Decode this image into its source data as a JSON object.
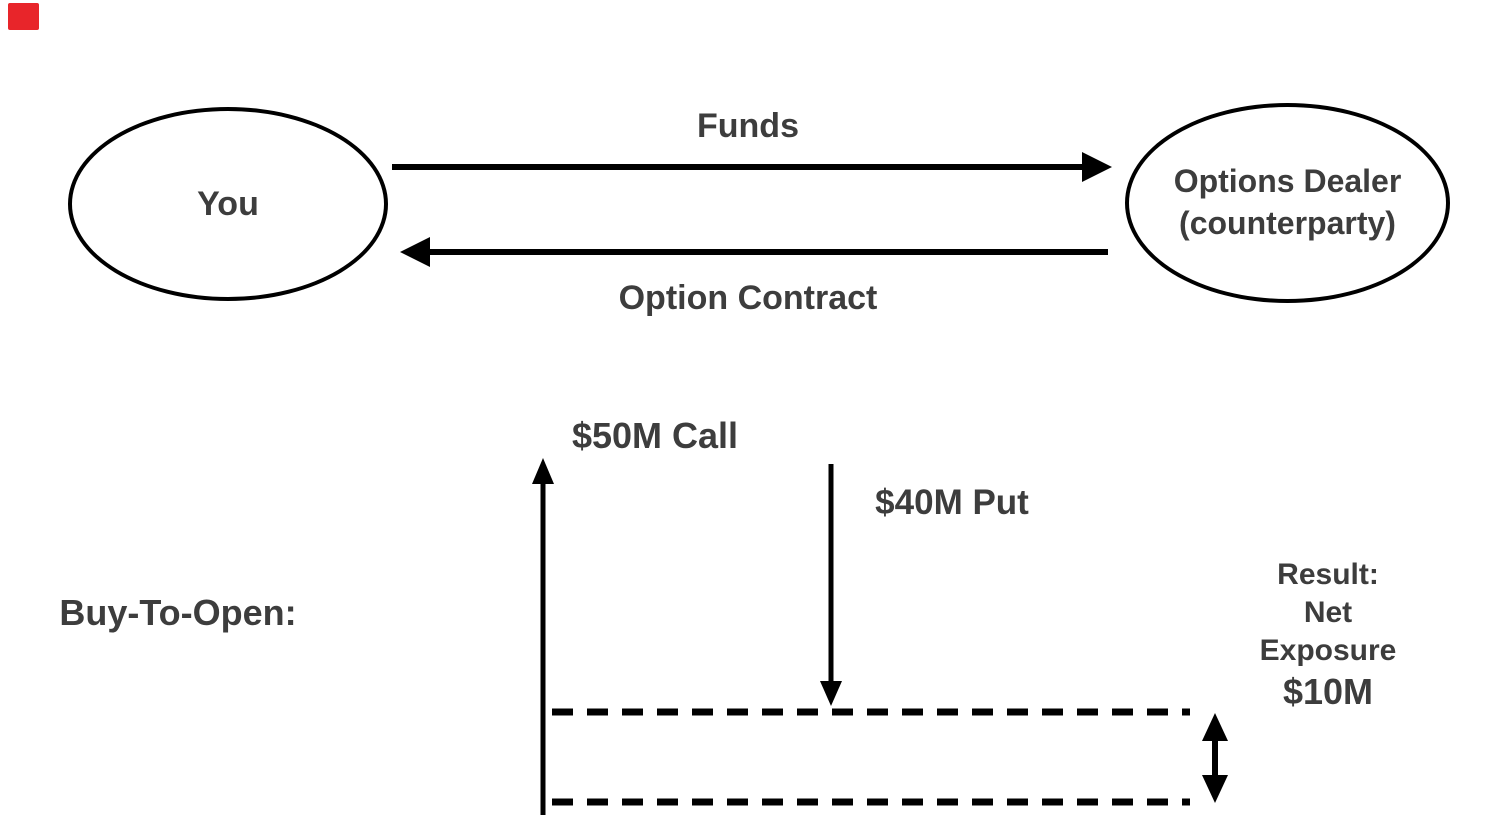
{
  "page": {
    "background": "#ffffff"
  },
  "corner_marker": {
    "color": "#e8252a"
  },
  "top_flow": {
    "you_label": "You",
    "dealer_line1": "Options Dealer",
    "dealer_line2": "(counterparty)",
    "funds_label": "Funds",
    "option_contract_label": "Option Contract"
  },
  "bottom_section": {
    "title": "Buy-To-Open:",
    "call_label": "$50M Call",
    "put_label": "$40M Put",
    "result_line1": "Result:",
    "result_line2": "Net",
    "result_line3": "Exposure",
    "result_line4": "$10M"
  },
  "colors": {
    "text": "#3d3d3d",
    "line": "#000000"
  }
}
